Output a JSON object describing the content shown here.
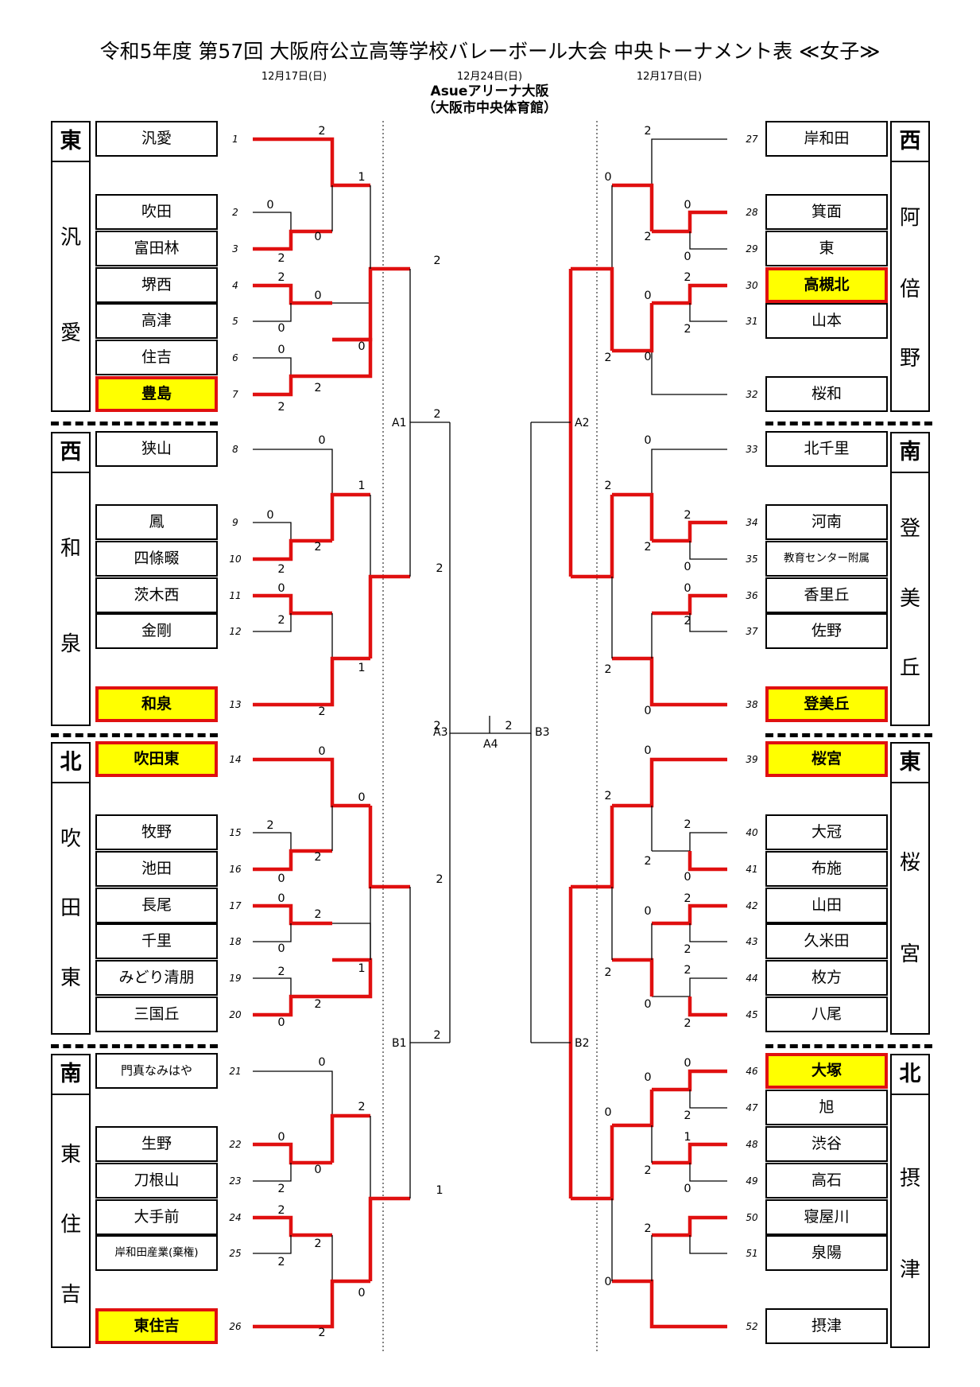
{
  "title": "令和5年度 第57回 大阪府公立高等学校バレーボール大会 中央トーナメント表 ≪女子≫",
  "dates": {
    "left": "12月17日(日)",
    "center": "12月24日(日)",
    "right": "12月17日(日)"
  },
  "venue": {
    "line1": "Asueアリーナ大阪",
    "line2": "（大阪市中央体育館）"
  },
  "colors": {
    "winner_path": "#e01010",
    "seed_fill": "#ffff00",
    "seed_border": "#e01010"
  },
  "left_blocks": [
    {
      "head": "東",
      "name_chars": [
        "汎",
        "愛"
      ]
    },
    {
      "head": "西",
      "name_chars": [
        "和",
        "泉"
      ]
    },
    {
      "head": "北",
      "name_chars": [
        "吹",
        "田",
        "東"
      ]
    },
    {
      "head": "南",
      "name_chars": [
        "東",
        "住",
        "吉"
      ]
    }
  ],
  "right_blocks": [
    {
      "head": "西",
      "name_chars": [
        "阿",
        "倍",
        "野"
      ]
    },
    {
      "head": "南",
      "name_chars": [
        "登",
        "美",
        "丘"
      ]
    },
    {
      "head": "東",
      "name_chars": [
        "桜",
        "宮"
      ]
    },
    {
      "head": "北",
      "name_chars": [
        "摂",
        "津"
      ]
    }
  ],
  "teams": [
    {
      "n": "1",
      "name": "汎愛",
      "seed": false
    },
    {
      "n": "2",
      "name": "吹田",
      "seed": false
    },
    {
      "n": "3",
      "name": "富田林",
      "seed": false
    },
    {
      "n": "4",
      "name": "堺西",
      "seed": false
    },
    {
      "n": "5",
      "name": "高津",
      "seed": false
    },
    {
      "n": "6",
      "name": "住吉",
      "seed": false
    },
    {
      "n": "7",
      "name": "豊島",
      "seed": true
    },
    {
      "n": "8",
      "name": "狭山",
      "seed": false
    },
    {
      "n": "9",
      "name": "鳳",
      "seed": false
    },
    {
      "n": "10",
      "name": "四條畷",
      "seed": false
    },
    {
      "n": "11",
      "name": "茨木西",
      "seed": false
    },
    {
      "n": "12",
      "name": "金剛",
      "seed": false
    },
    {
      "n": "13",
      "name": "和泉",
      "seed": true
    },
    {
      "n": "14",
      "name": "吹田東",
      "seed": true
    },
    {
      "n": "15",
      "name": "牧野",
      "seed": false
    },
    {
      "n": "16",
      "name": "池田",
      "seed": false
    },
    {
      "n": "17",
      "name": "長尾",
      "seed": false
    },
    {
      "n": "18",
      "name": "千里",
      "seed": false
    },
    {
      "n": "19",
      "name": "みどり清朋",
      "seed": false
    },
    {
      "n": "20",
      "name": "三国丘",
      "seed": false
    },
    {
      "n": "21",
      "name": "門真なみはや",
      "seed": false
    },
    {
      "n": "22",
      "name": "生野",
      "seed": false
    },
    {
      "n": "23",
      "name": "刀根山",
      "seed": false
    },
    {
      "n": "24",
      "name": "大手前",
      "seed": false
    },
    {
      "n": "25",
      "name": "岸和田産業(棄権)",
      "seed": false
    },
    {
      "n": "26",
      "name": "東住吉",
      "seed": true
    },
    {
      "n": "27",
      "name": "岸和田",
      "seed": false
    },
    {
      "n": "28",
      "name": "箕面",
      "seed": false
    },
    {
      "n": "29",
      "name": "東",
      "seed": false
    },
    {
      "n": "30",
      "name": "高槻北",
      "seed": true
    },
    {
      "n": "31",
      "name": "山本",
      "seed": false
    },
    {
      "n": "32",
      "name": "桜和",
      "seed": false
    },
    {
      "n": "33",
      "name": "北千里",
      "seed": false
    },
    {
      "n": "34",
      "name": "河南",
      "seed": false
    },
    {
      "n": "35",
      "name": "教育センター附属",
      "seed": false
    },
    {
      "n": "36",
      "name": "香里丘",
      "seed": false
    },
    {
      "n": "37",
      "name": "佐野",
      "seed": false
    },
    {
      "n": "38",
      "name": "登美丘",
      "seed": true
    },
    {
      "n": "39",
      "name": "桜宮",
      "seed": true
    },
    {
      "n": "40",
      "name": "大冠",
      "seed": false
    },
    {
      "n": "41",
      "name": "布施",
      "seed": false
    },
    {
      "n": "42",
      "name": "山田",
      "seed": false
    },
    {
      "n": "43",
      "name": "久米田",
      "seed": false
    },
    {
      "n": "44",
      "name": "枚方",
      "seed": false
    },
    {
      "n": "45",
      "name": "八尾",
      "seed": false
    },
    {
      "n": "46",
      "name": "大塚",
      "seed": true
    },
    {
      "n": "47",
      "name": "旭",
      "seed": false
    },
    {
      "n": "48",
      "name": "渋谷",
      "seed": false
    },
    {
      "n": "49",
      "name": "高石",
      "seed": false
    },
    {
      "n": "50",
      "name": "寝屋川",
      "seed": false
    },
    {
      "n": "51",
      "name": "泉陽",
      "seed": false
    },
    {
      "n": "52",
      "name": "摂津",
      "seed": false
    }
  ],
  "matches": [
    {
      "label": "A1"
    },
    {
      "label": "A2"
    },
    {
      "label": "A3"
    },
    {
      "label": "A4"
    },
    {
      "label": "B3"
    },
    {
      "label": "B1"
    },
    {
      "label": "B2"
    }
  ],
  "scores": [
    "2",
    "1",
    "0",
    "0",
    "2",
    "2",
    "0",
    "0",
    "0",
    "2",
    "2",
    "0",
    "2",
    "0",
    "1",
    "0",
    "2",
    "2",
    "0",
    "2",
    "1",
    "2",
    "2",
    "2",
    "2",
    "2",
    "0",
    "0",
    "2",
    "2",
    "0",
    "0",
    "2",
    "0",
    "2",
    "2",
    "0",
    "1",
    "2",
    "0",
    "2",
    "0",
    "0",
    "2",
    "2",
    "2",
    "2",
    "0",
    "2",
    "1",
    "2",
    "2",
    "0",
    "0",
    "2",
    "0",
    "0",
    "2",
    "2",
    "0",
    "2",
    "0",
    "2",
    "2",
    "2",
    "0",
    "0",
    "2",
    "2",
    "0",
    "0",
    "2",
    "2",
    "2",
    "0",
    "0",
    "2",
    "2",
    "2",
    "2",
    "0",
    "2",
    "0",
    "0",
    "2",
    "0",
    "1",
    "2",
    "0",
    "0",
    "2"
  ]
}
